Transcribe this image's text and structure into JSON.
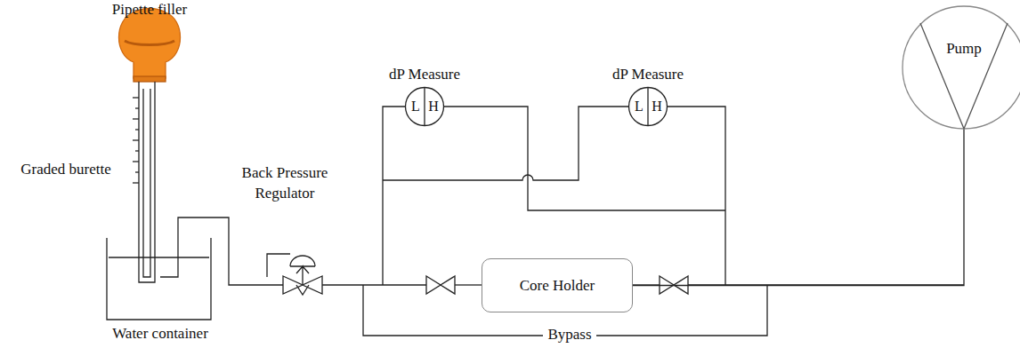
{
  "diagram": {
    "nodes": [
      {
        "text": [
          "dP Measure",
          "L",
          "H"
        ]
      },
      {
        "text": [
          "dP Measure",
          "L",
          "H"
        ]
      },
      {
        "text": [
          "Core Holder"
        ]
      },
      {
        "text": [
          "Pump"
        ]
      }
    ],
    "edges": [
      {
        "from": 3,
        "to": 2,
        "arrow": "none"
      }
    ],
    "labels": [
      "Pipette filler",
      "Graded burette",
      "Back Pressure Regulator",
      "Water container",
      "Bypass"
    ]
  }
}
